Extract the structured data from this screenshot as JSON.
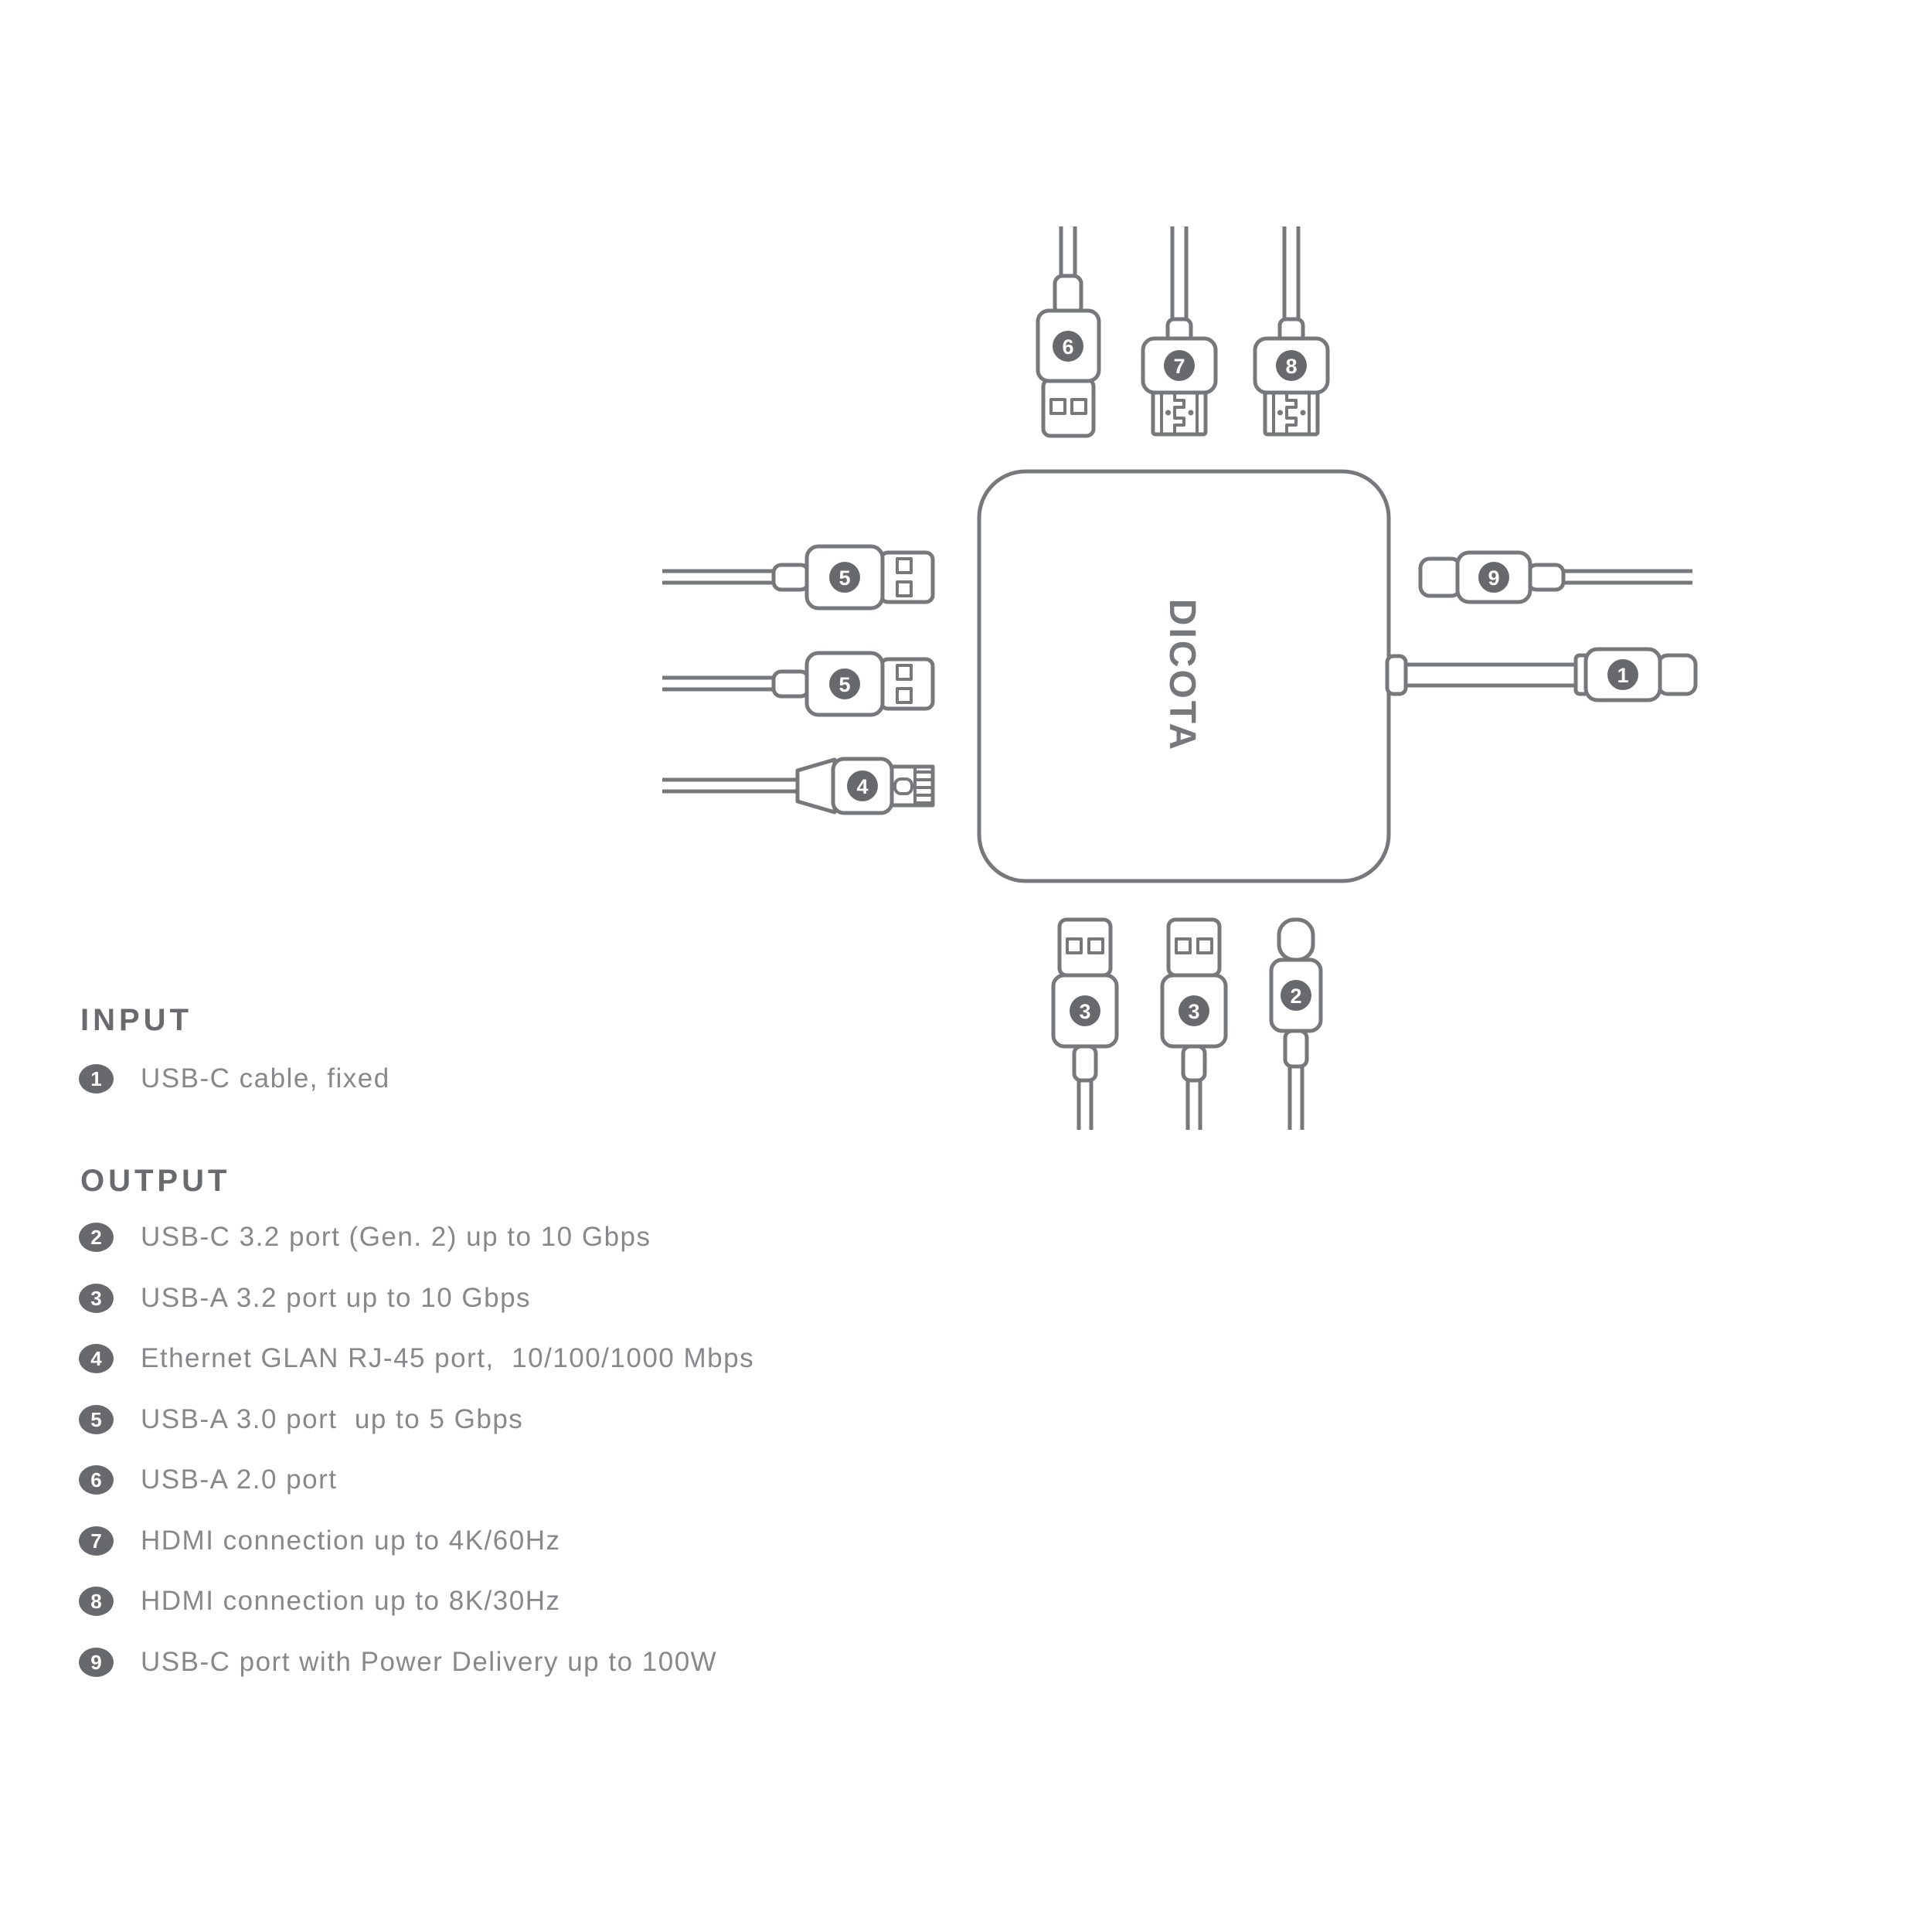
{
  "colors": {
    "background": "#ffffff",
    "line_stroke": "#77787b",
    "badge_fill": "#68696c",
    "heading_text": "#696a6e",
    "legend_text": "#87888c",
    "logo_text": "#77787b"
  },
  "device": {
    "logo": "DICOTA"
  },
  "diagram": {
    "badges": {
      "n1": "1",
      "n2": "2",
      "n3": "3",
      "n4": "4",
      "n5": "5",
      "n6": "6",
      "n7": "7",
      "n8": "8",
      "n9": "9"
    }
  },
  "legend": {
    "input": {
      "heading": "INPUT",
      "items": [
        {
          "n": "1",
          "label": "USB-C cable, fixed"
        }
      ]
    },
    "output": {
      "heading": "OUTPUT",
      "items": [
        {
          "n": "2",
          "label": "USB-C 3.2 port (Gen. 2) up to 10 Gbps"
        },
        {
          "n": "3",
          "label": "USB-A 3.2 port up to 10 Gbps"
        },
        {
          "n": "4",
          "label": "Ethernet GLAN RJ-45 port,  10/100/1000 Mbps"
        },
        {
          "n": "5",
          "label": "USB-A 3.0 port  up to 5 Gbps"
        },
        {
          "n": "6",
          "label": "USB-A 2.0 port"
        },
        {
          "n": "7",
          "label": "HDMI connection up to 4K/60Hz"
        },
        {
          "n": "8",
          "label": "HDMI connection up to 8K/30Hz"
        },
        {
          "n": "9",
          "label": "USB-C port with Power Delivery up to 100W"
        }
      ]
    }
  }
}
